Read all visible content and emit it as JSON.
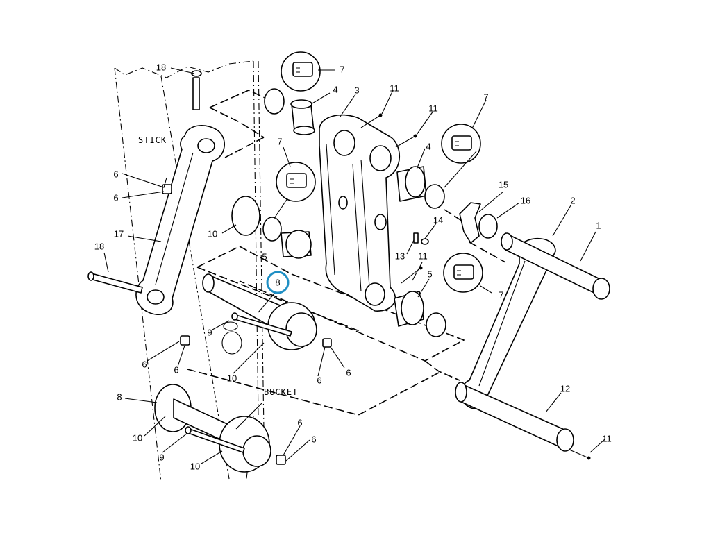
{
  "diagram": {
    "section_labels": {
      "stick": "STICK",
      "bucket": "BUCKET"
    },
    "highlight": {
      "label": "8",
      "color": "#1f8fc4"
    },
    "callouts": [
      "1",
      "2",
      "3",
      "4",
      "4",
      "5",
      "5",
      "6",
      "6",
      "6",
      "6",
      "6",
      "6",
      "6",
      "6",
      "7",
      "7",
      "7",
      "7",
      "8",
      "9",
      "9",
      "10",
      "10",
      "10",
      "10",
      "11",
      "11",
      "11",
      "11",
      "12",
      "13",
      "14",
      "15",
      "16",
      "17",
      "18",
      "18"
    ]
  },
  "icons": [
    "seal-detail-icon"
  ]
}
